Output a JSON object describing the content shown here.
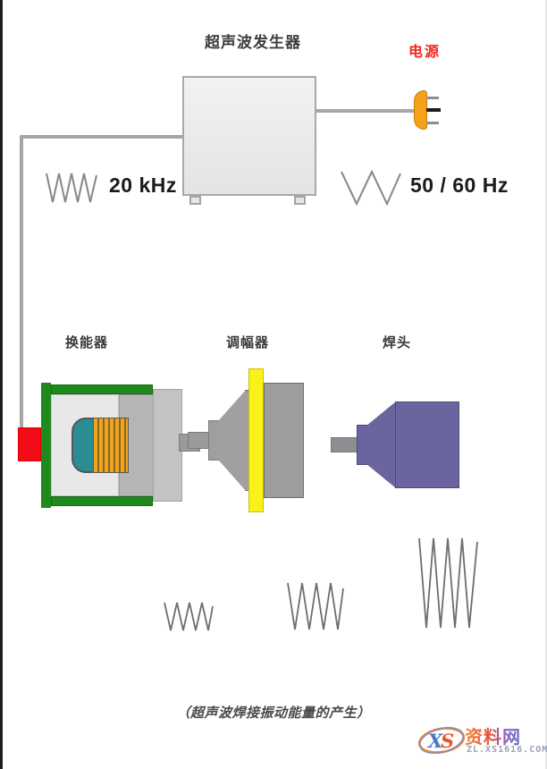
{
  "diagram": {
    "caption": "（超声波焊接振动能量的产生）",
    "generator": {
      "title": "超声波发生器",
      "box_fill": "#eaeaea",
      "box_border": "#a8a8a8"
    },
    "power": {
      "label": "电源",
      "label_color": "#f0281e",
      "plug_color": "#f5a11a",
      "prong_count": 3
    },
    "frequencies": {
      "output": "20 kHz",
      "input": "50 / 60 Hz"
    },
    "components": [
      {
        "name": "换能器",
        "english": "transducer",
        "colors": {
          "connector": "#f40d18",
          "frame": "#1e8a1e",
          "housing": "#e8e8e8",
          "backmass": "#b5b5b5",
          "ceramic": "#2a8d94",
          "piezo_stack": "#f5a21c"
        }
      },
      {
        "name": "调幅器",
        "english": "booster",
        "colors": {
          "body": "#a0a0a0",
          "flange": "#f9f118"
        }
      },
      {
        "name": "焊头",
        "english": "horn",
        "colors": {
          "body": "#6a659e",
          "stub": "#8e8e92"
        }
      }
    ],
    "waveforms": [
      {
        "id": "20khz-wave",
        "cycles": 4,
        "amplitude": "small",
        "position": "left-of-generator"
      },
      {
        "id": "5060hz-wave",
        "cycles": 2,
        "amplitude": "large",
        "position": "right-of-generator"
      },
      {
        "id": "amplitude-1",
        "cycles": 4,
        "amplitude": "small",
        "position": "under-transducer"
      },
      {
        "id": "amplitude-2",
        "cycles": 4,
        "amplitude": "medium",
        "position": "under-booster"
      },
      {
        "id": "amplitude-3",
        "cycles": 4,
        "amplitude": "large",
        "position": "under-horn"
      }
    ],
    "cables": {
      "color": "#a6a6a6",
      "paths": [
        "generator-to-plug",
        "generator-to-transducer"
      ]
    }
  },
  "watermark": {
    "brand": "资料网",
    "url": "ZL.XS1616.COM",
    "logo_text": "XS"
  }
}
